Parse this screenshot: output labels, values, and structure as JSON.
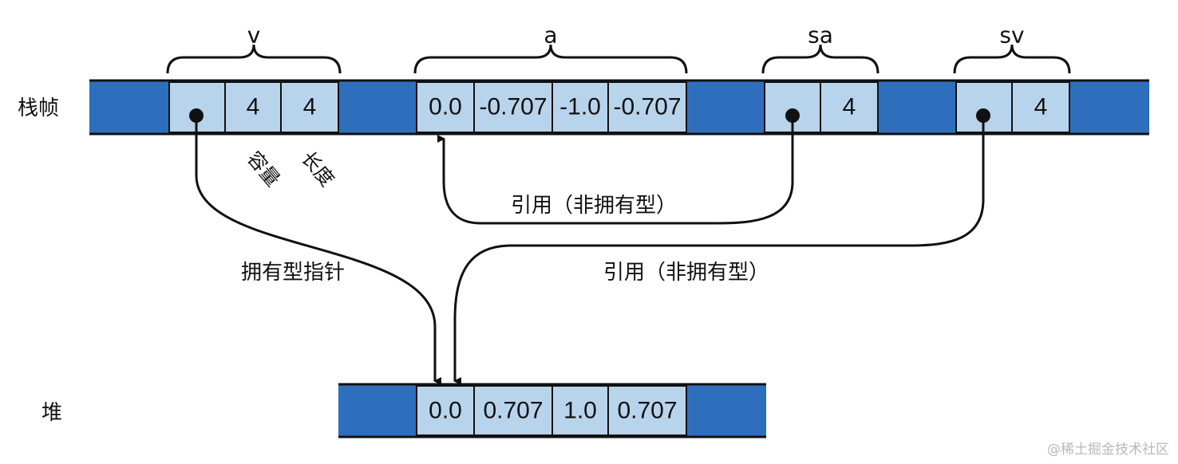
{
  "colors": {
    "frame_fill": "#2e6fbd",
    "cell_fill": "#b8d4ec",
    "line": "#111111"
  },
  "rows": {
    "stack_label": "栈帧",
    "heap_label": "堆"
  },
  "variables": {
    "v": "v",
    "a": "a",
    "sa": "sa",
    "sv": "sv"
  },
  "stack_cells": {
    "v_capacity": "4",
    "v_length": "4",
    "a": [
      "0.0",
      "-0.707",
      "-1.0",
      "-0.707"
    ],
    "sa_length": "4",
    "sv_length": "4"
  },
  "field_labels": {
    "capacity": "容量",
    "length": "长度"
  },
  "heap_cells": [
    "0.0",
    "0.707",
    "1.0",
    "0.707"
  ],
  "edges": {
    "owning_pointer": "拥有型指针",
    "reference_non_owning_1": "引用（非拥有型）",
    "reference_non_owning_2": "引用（非拥有型）"
  },
  "watermark": "@稀土掘金技术社区"
}
